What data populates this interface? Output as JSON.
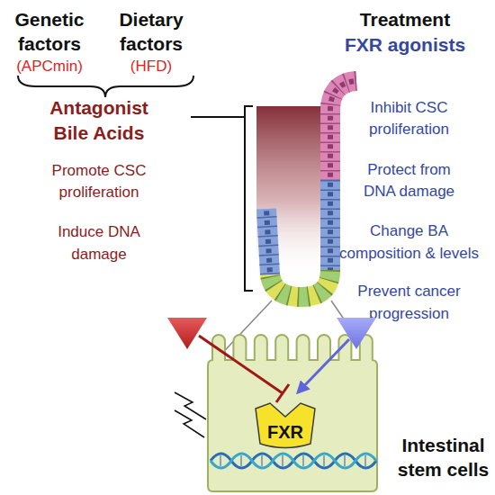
{
  "diagram": {
    "nodes": [
      {
        "text": [
          "Intestinal stem cells"
        ]
      },
      {
        "text": [
          "FXR"
        ],
        "in": 0
      }
    ],
    "labels": [
      "Genetic factors",
      "(APCmin)",
      "Dietary factors",
      "(HFD)",
      "Antagonist Bile Acids",
      "Promote CSC proliferation",
      "Induce DNA damage",
      "Treatment",
      "FXR agonists",
      "Inhibit CSC proliferation",
      "Protect from DNA damage",
      "Change BA composition & levels",
      "Prevent cancer progression"
    ]
  }
}
